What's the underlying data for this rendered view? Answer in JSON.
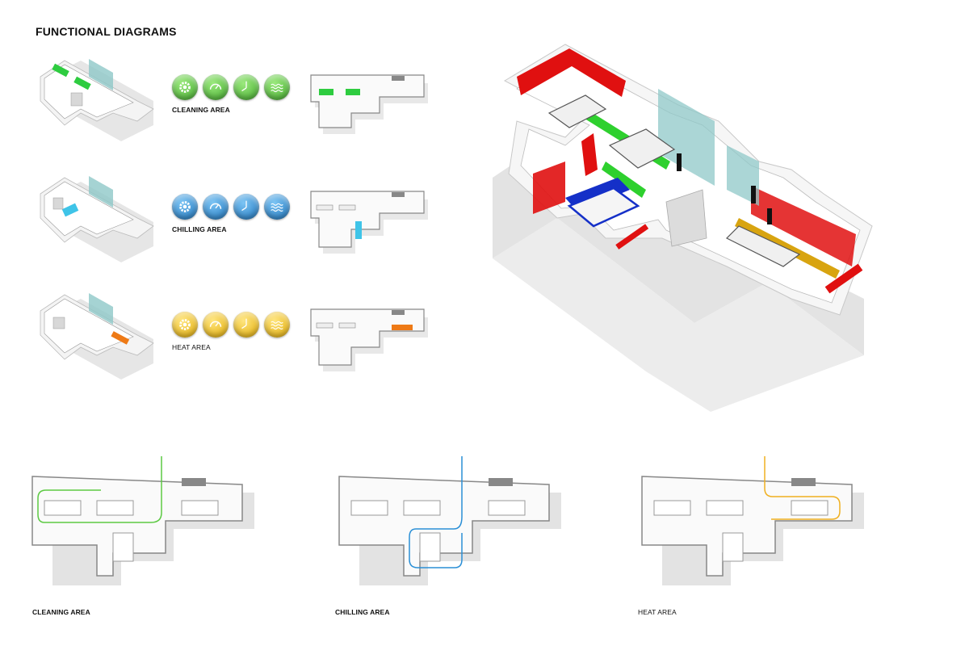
{
  "title": "FUNCTIONAL DIAGRAMS",
  "rows": [
    {
      "label": "CLEANING AREA",
      "color": "#5cc943",
      "accent": "#2ecc40",
      "icons": [
        "gear-icon",
        "dial-icon",
        "clock-icon",
        "waves-icon"
      ]
    },
    {
      "label": "CHILLING AREA",
      "color": "#2a8fd6",
      "accent": "#3fc4e8",
      "icons": [
        "gear-icon",
        "dial-icon",
        "clock-icon",
        "waves-icon"
      ]
    },
    {
      "label": "HEAT AREA",
      "color": "#f0c020",
      "accent": "#ee7a16",
      "icons": [
        "gear-icon",
        "dial-icon",
        "clock-icon",
        "waves-icon"
      ]
    }
  ],
  "bottom": [
    {
      "label": "CLEANING AREA",
      "path_color": "#5cc943"
    },
    {
      "label": "CHILLING AREA",
      "path_color": "#2a8fd6"
    },
    {
      "label": "HEAT AREA",
      "path_color": "#f0b020"
    }
  ],
  "main_colors": {
    "red": "#e01010",
    "green": "#2ed02e",
    "blue": "#1530c8",
    "yellow": "#d8a410",
    "glass": "#8fc8c8"
  }
}
